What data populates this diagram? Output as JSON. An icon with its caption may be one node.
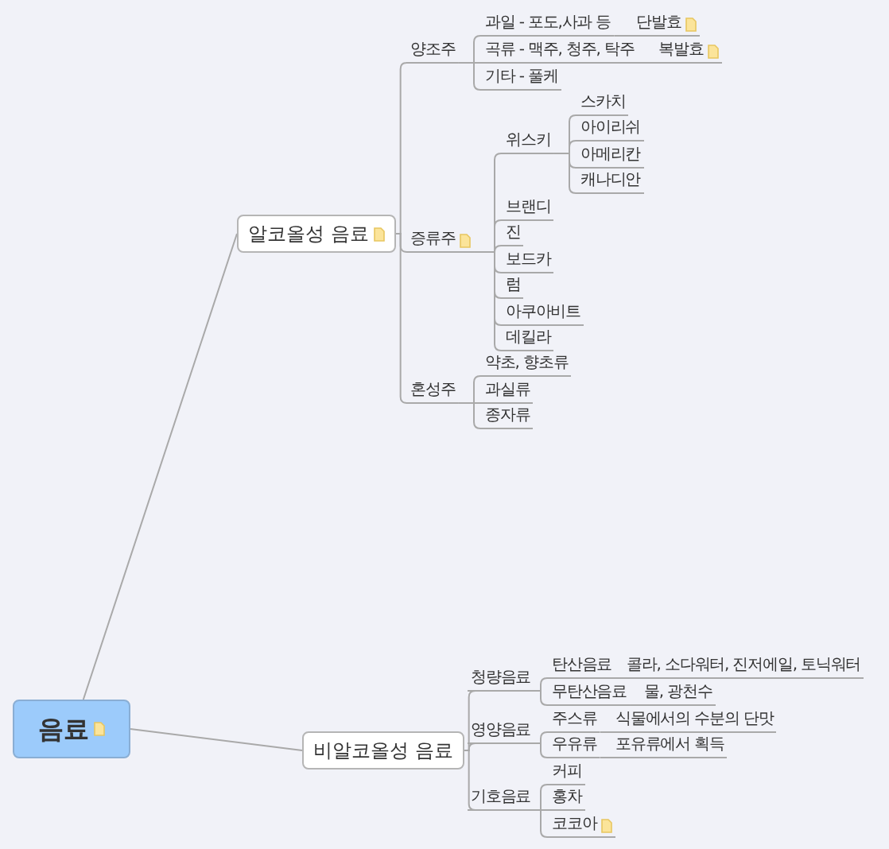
{
  "diagram": {
    "nodes": [
      {
        "text": [
          "음료"
        ]
      },
      {
        "text": [
          "알코올성 음료"
        ]
      },
      {
        "text": [
          "양조주"
        ]
      },
      {
        "text": [
          "과일 - 포도,사과 등"
        ]
      },
      {
        "text": [
          "단발효"
        ]
      },
      {
        "text": [
          "곡류 - 맥주, 청주, 탁주"
        ]
      },
      {
        "text": [
          "복발효"
        ]
      },
      {
        "text": [
          "기타 - 풀케"
        ]
      },
      {
        "text": [
          "증류주"
        ]
      },
      {
        "text": [
          "위스키"
        ]
      },
      {
        "text": [
          "스카치"
        ]
      },
      {
        "text": [
          "아이리쉬"
        ]
      },
      {
        "text": [
          "아메리칸"
        ]
      },
      {
        "text": [
          "캐나디안"
        ]
      },
      {
        "text": [
          "브랜디"
        ]
      },
      {
        "text": [
          "진"
        ]
      },
      {
        "text": [
          "보드카"
        ]
      },
      {
        "text": [
          "럼"
        ]
      },
      {
        "text": [
          "아쿠아비트"
        ]
      },
      {
        "text": [
          "데킬라"
        ]
      },
      {
        "text": [
          "혼성주"
        ]
      },
      {
        "text": [
          "약초, 향초류"
        ]
      },
      {
        "text": [
          "과실류"
        ]
      },
      {
        "text": [
          "종자류"
        ]
      },
      {
        "text": [
          "비알코올성 음료"
        ]
      },
      {
        "text": [
          "청량음료"
        ]
      },
      {
        "text": [
          "탄산음료"
        ]
      },
      {
        "text": [
          "콜라, 소다워터, 진저에일, 토닉워터"
        ]
      },
      {
        "text": [
          "무탄산음료"
        ]
      },
      {
        "text": [
          "물, 광천수"
        ]
      },
      {
        "text": [
          "영양음료"
        ]
      },
      {
        "text": [
          "주스류"
        ]
      },
      {
        "text": [
          "식물에서의 수분의 단맛"
        ]
      },
      {
        "text": [
          "우유류"
        ]
      },
      {
        "text": [
          "포유류에서 획득"
        ]
      },
      {
        "text": [
          "기호음료"
        ]
      },
      {
        "text": [
          "커피"
        ]
      },
      {
        "text": [
          "홍차"
        ]
      },
      {
        "text": [
          "코코아"
        ]
      }
    ],
    "edges": [
      {
        "from": 0,
        "to": 1,
        "arrow": "none"
      },
      {
        "from": 0,
        "to": 24,
        "arrow": "none"
      },
      {
        "from": 1,
        "to": 2,
        "arrow": "none"
      },
      {
        "from": 2,
        "to": 3,
        "arrow": "none"
      },
      {
        "from": 3,
        "to": 4,
        "arrow": "none"
      },
      {
        "from": 2,
        "to": 5,
        "arrow": "none"
      },
      {
        "from": 5,
        "to": 6,
        "arrow": "none"
      },
      {
        "from": 2,
        "to": 7,
        "arrow": "none"
      },
      {
        "from": 1,
        "to": 8,
        "arrow": "none"
      },
      {
        "from": 8,
        "to": 9,
        "arrow": "none"
      },
      {
        "from": 9,
        "to": 10,
        "arrow": "none"
      },
      {
        "from": 9,
        "to": 11,
        "arrow": "none"
      },
      {
        "from": 9,
        "to": 12,
        "arrow": "none"
      },
      {
        "from": 9,
        "to": 13,
        "arrow": "none"
      },
      {
        "from": 8,
        "to": 14,
        "arrow": "none"
      },
      {
        "from": 8,
        "to": 15,
        "arrow": "none"
      },
      {
        "from": 8,
        "to": 16,
        "arrow": "none"
      },
      {
        "from": 8,
        "to": 17,
        "arrow": "none"
      },
      {
        "from": 8,
        "to": 18,
        "arrow": "none"
      },
      {
        "from": 8,
        "to": 19,
        "arrow": "none"
      },
      {
        "from": 1,
        "to": 20,
        "arrow": "none"
      },
      {
        "from": 20,
        "to": 21,
        "arrow": "none"
      },
      {
        "from": 20,
        "to": 22,
        "arrow": "none"
      },
      {
        "from": 20,
        "to": 23,
        "arrow": "none"
      },
      {
        "from": 24,
        "to": 25,
        "arrow": "none"
      },
      {
        "from": 25,
        "to": 26,
        "arrow": "none"
      },
      {
        "from": 26,
        "to": 27,
        "arrow": "none"
      },
      {
        "from": 25,
        "to": 28,
        "arrow": "none"
      },
      {
        "from": 28,
        "to": 29,
        "arrow": "none"
      },
      {
        "from": 24,
        "to": 30,
        "arrow": "none"
      },
      {
        "from": 30,
        "to": 31,
        "arrow": "none"
      },
      {
        "from": 31,
        "to": 32,
        "arrow": "none"
      },
      {
        "from": 30,
        "to": 33,
        "arrow": "none"
      },
      {
        "from": 33,
        "to": 34,
        "arrow": "none"
      },
      {
        "from": 24,
        "to": 35,
        "arrow": "none"
      },
      {
        "from": 35,
        "to": 36,
        "arrow": "none"
      },
      {
        "from": 35,
        "to": 37,
        "arrow": "none"
      },
      {
        "from": 35,
        "to": 38,
        "arrow": "none"
      }
    ]
  }
}
